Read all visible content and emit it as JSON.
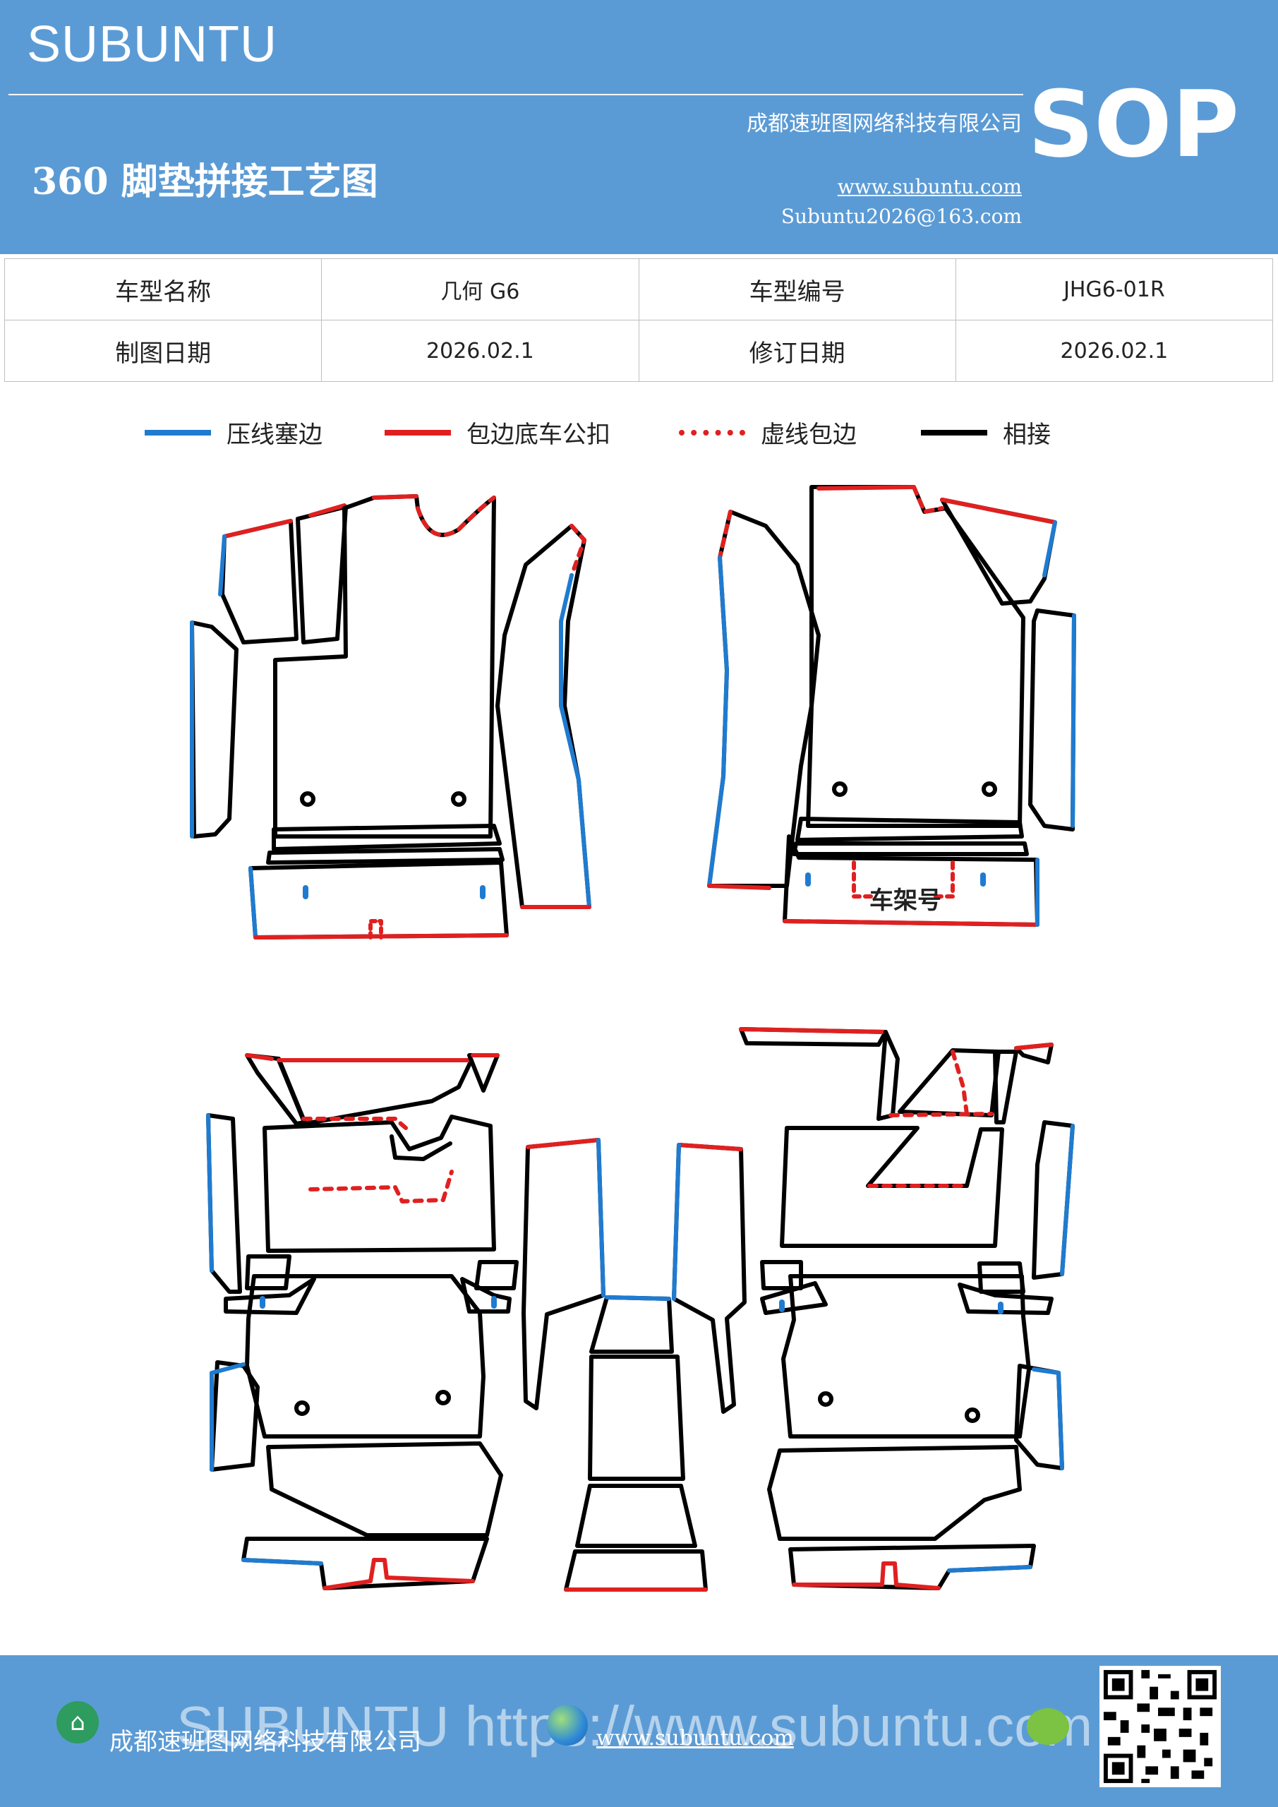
{
  "header": {
    "brand": "SUBUNTU",
    "company": "成都速班图网络科技有限公司",
    "title": "360 脚垫拼接工艺图",
    "website": "www.subuntu.com",
    "email": "Subuntu2026@163.com",
    "badge": "SOP"
  },
  "info_table": {
    "model_name_label": "车型名称",
    "model_name_value": "几何 G6",
    "model_code_label": "车型编号",
    "model_code_value": "JHG6-01R",
    "draw_date_label": "制图日期",
    "draw_date_value": "2026.02.1",
    "revise_date_label": "修订日期",
    "revise_date_value": "2026.02.1"
  },
  "legend": [
    {
      "label": "压线塞边",
      "color": "#1f7bd0",
      "style": "solid"
    },
    {
      "label": "包边底车公扣",
      "color": "#e02020",
      "style": "solid"
    },
    {
      "label": "虚线包边",
      "color": "#e02020",
      "style": "dashed"
    },
    {
      "label": "相接",
      "color": "#000000",
      "style": "solid"
    }
  ],
  "diagram": {
    "frame_label": "车架号"
  },
  "footer": {
    "company": "成都速班图网络科技有限公司",
    "website": "www.subuntu.com",
    "watermark": "SUBUNTU https://www.subuntu.com",
    "left_icon": "building-icon",
    "globe_icon": "globe-icon",
    "wechat_icon": "wechat-icon",
    "qr_icon": "qr-code-icon"
  },
  "colors": {
    "brand_blue": "#5b9bd5",
    "line_blue": "#1f7bd0",
    "line_red": "#e02020",
    "line_black": "#000000"
  }
}
